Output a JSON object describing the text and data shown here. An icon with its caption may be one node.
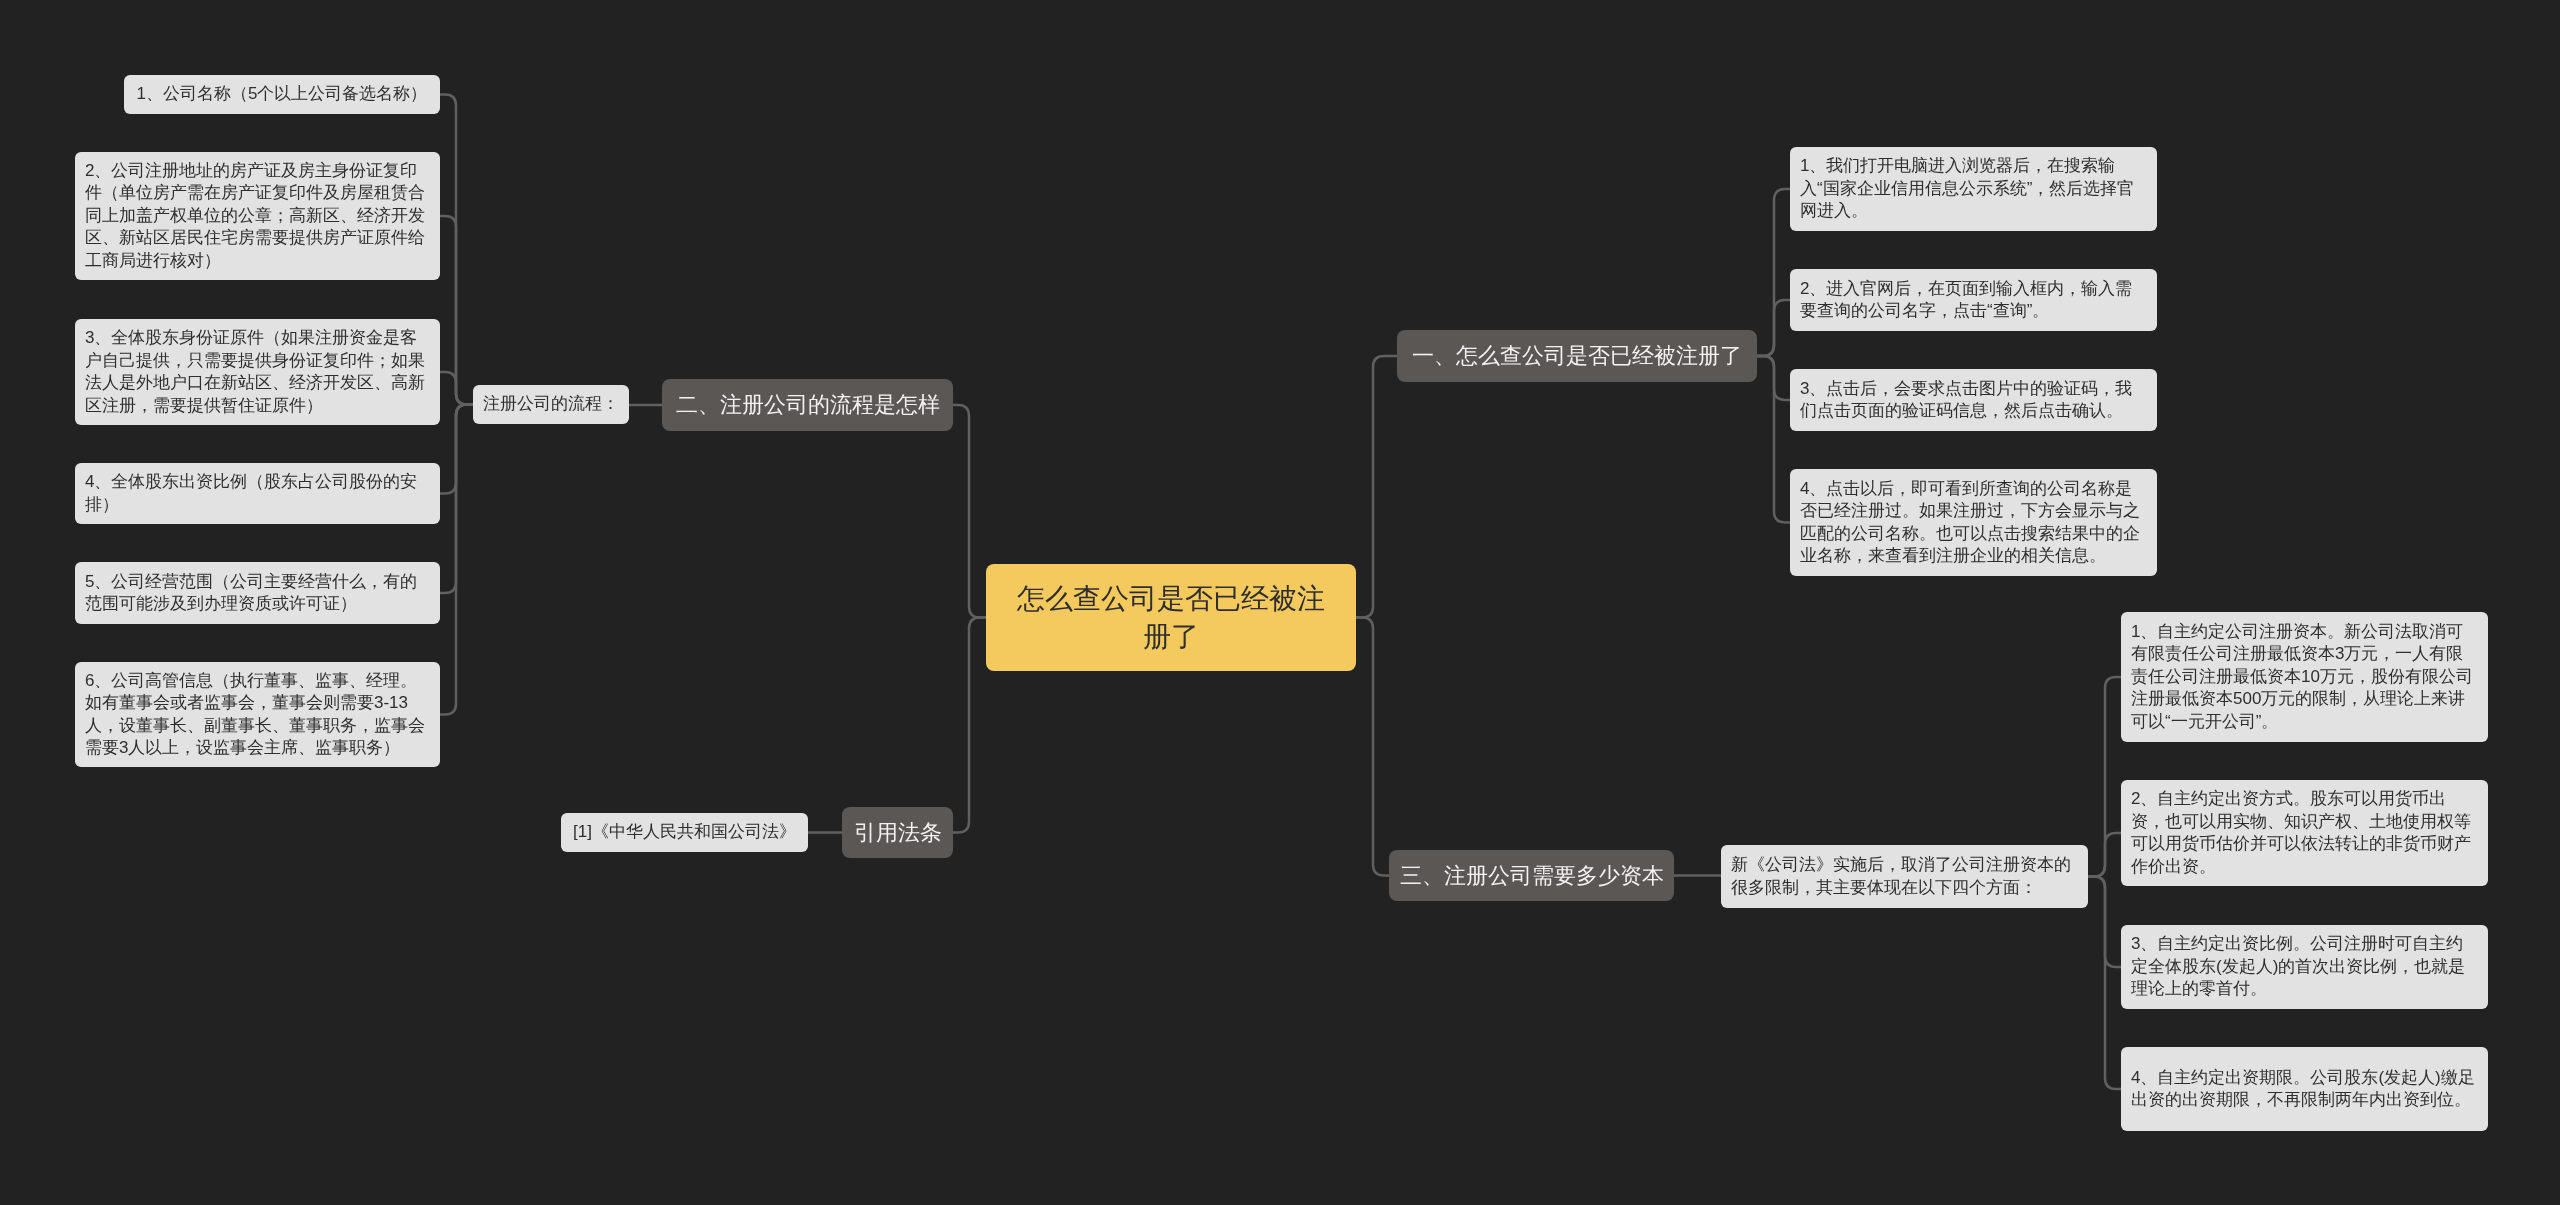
{
  "diagram": {
    "nodes": [
      {
        "text": [
          "怎么查公司是否已经被注册了"
        ]
      },
      {
        "text": [
          "一、怎么查公司是否已经被注册了"
        ]
      },
      {
        "text": [
          "1、我们打开电脑进入浏览器后，在搜索输入“国家企业信用信息公示系统”，然后选择官网进入。"
        ]
      },
      {
        "text": [
          "2、进入官网后，在页面到输入框内，输入需要查询的公司名字，点击“查询”。"
        ]
      },
      {
        "text": [
          "3、点击后，会要求点击图片中的验证码，我们点击页面的验证码信息，然后点击确认。"
        ]
      },
      {
        "text": [
          "4、点击以后，即可看到所查询的公司名称是否已经注册过。如果注册过，下方会显示与之匹配的公司名称。也可以点击搜索结果中的企业名称，来查看到注册企业的相关信息。"
        ]
      },
      {
        "text": [
          "二、注册公司的流程是怎样"
        ]
      },
      {
        "text": [
          "注册公司的流程："
        ]
      },
      {
        "text": [
          "1、公司名称（5个以上公司备选名称）"
        ]
      },
      {
        "text": [
          "2、公司注册地址的房产证及房主身份证复印件（单位房产需在房产证复印件及房屋租赁合同上加盖产权单位的公章；高新区、经济开发区、新站区居民住宅房需要提供房产证原件给工商局进行核对）"
        ]
      },
      {
        "text": [
          "3、全体股东身份证原件（如果注册资金是客户自己提供，只需要提供身份证复印件；如果法人是外地户口在新站区、经济开发区、高新区注册，需要提供暂住证原件）"
        ]
      },
      {
        "text": [
          "4、全体股东出资比例（股东占公司股份的安排）"
        ]
      },
      {
        "text": [
          "5、公司经营范围（公司主要经营什么，有的范围可能涉及到办理资质或许可证）"
        ]
      },
      {
        "text": [
          "6、公司高管信息（执行董事、监事、经理。如有董事会或者监事会，董事会则需要3-13人，设董事长、副董事长、董事职务，监事会需要3人以上，设监事会主席、监事职务）"
        ]
      },
      {
        "text": [
          "引用法条"
        ]
      },
      {
        "text": [
          "[1]《中华人民共和国公司法》"
        ]
      },
      {
        "text": [
          "三、注册公司需要多少资本"
        ]
      },
      {
        "text": [
          "新《公司法》实施后，取消了公司注册资本的很多限制，其主要体现在以下四个方面："
        ]
      },
      {
        "text": [
          "1、自主约定公司注册资本。新公司法取消可有限责任公司注册最低资本3万元，一人有限责任公司注册最低资本10万元，股份有限公司注册最低资本500万元的限制，从理论上来讲可以“一元开公司”。"
        ]
      },
      {
        "text": [
          "2、自主约定出资方式。股东可以用货币出资，也可以用实物、知识产权、土地使用权等可以用货币估价并可以依法转让的非货币财产作价出资。"
        ]
      },
      {
        "text": [
          "3、自主约定出资比例。公司注册时可自主约定全体股东(发起人)的首次出资比例，也就是理论上的零首付。"
        ]
      },
      {
        "text": [
          "4、自主约定出资期限。公司股东(发起人)缴足出资的出资期限，不再限制两年内出资到位。"
        ]
      }
    ],
    "edges": [
      {
        "from": 0,
        "to": 1,
        "arrow": "none"
      },
      {
        "from": 1,
        "to": 2,
        "arrow": "none"
      },
      {
        "from": 1,
        "to": 3,
        "arrow": "none"
      },
      {
        "from": 1,
        "to": 4,
        "arrow": "none"
      },
      {
        "from": 1,
        "to": 5,
        "arrow": "none"
      },
      {
        "from": 0,
        "to": 6,
        "arrow": "none"
      },
      {
        "from": 6,
        "to": 7,
        "arrow": "none"
      },
      {
        "from": 7,
        "to": 8,
        "arrow": "none"
      },
      {
        "from": 7,
        "to": 9,
        "arrow": "none"
      },
      {
        "from": 7,
        "to": 10,
        "arrow": "none"
      },
      {
        "from": 7,
        "to": 11,
        "arrow": "none"
      },
      {
        "from": 7,
        "to": 12,
        "arrow": "none"
      },
      {
        "from": 7,
        "to": 13,
        "arrow": "none"
      },
      {
        "from": 0,
        "to": 14,
        "arrow": "none"
      },
      {
        "from": 14,
        "to": 15,
        "arrow": "none"
      },
      {
        "from": 0,
        "to": 16,
        "arrow": "none"
      },
      {
        "from": 16,
        "to": 17,
        "arrow": "none"
      },
      {
        "from": 17,
        "to": 18,
        "arrow": "none"
      },
      {
        "from": 17,
        "to": 19,
        "arrow": "none"
      },
      {
        "from": 17,
        "to": 20,
        "arrow": "none"
      },
      {
        "from": 17,
        "to": 21,
        "arrow": "none"
      }
    ]
  }
}
